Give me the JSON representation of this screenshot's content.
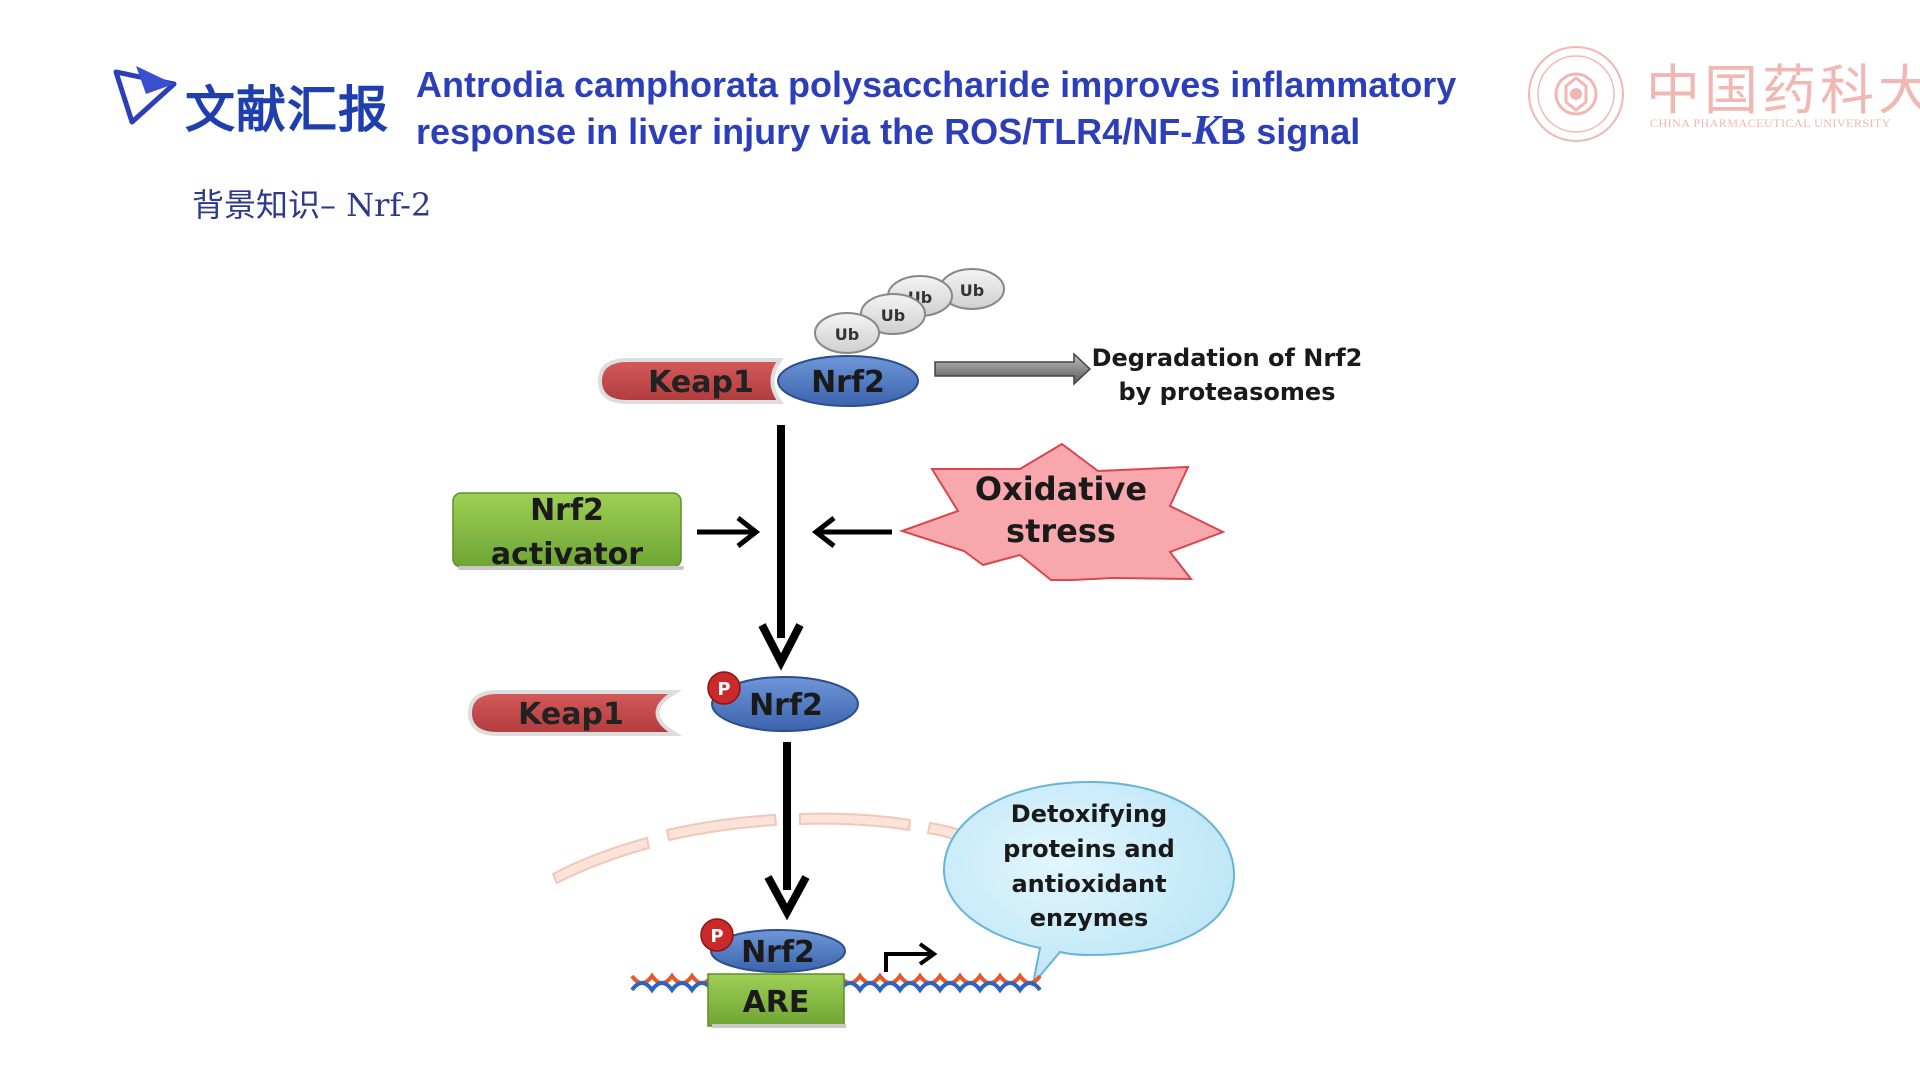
{
  "header": {
    "label": "文献汇报",
    "title_line1": "Antrodia camphorata polysaccharide improves inflammatory",
    "title_line2_pre": "response in liver injury via the ROS/TLR4/NF-",
    "title_line2_kappa": "K",
    "title_line2_post": "B signal",
    "subtitle": "背景知识– Nrf-2"
  },
  "university": {
    "name_cn": "中国药科大学",
    "name_en": "CHINA PHARMACEUTICAL UNIVERSITY"
  },
  "diagram": {
    "ub_labels": [
      "Ub",
      "Ub",
      "Ub",
      "Ub"
    ],
    "keap1_top": "Keap1",
    "nrf2_top": "Nrf2",
    "degradation_line1": "Degradation of Nrf2",
    "degradation_line2": "by proteasomes",
    "activator_line1": "Nrf2",
    "activator_line2": "activator",
    "stress_line1": "Oxidative",
    "stress_line2": "stress",
    "phospho_label": "P",
    "keap1_mid": "Keap1",
    "nrf2_mid": "Nrf2",
    "nrf2_bottom": "Nrf2",
    "are_label": "ARE",
    "bubble_line1": "Detoxifying",
    "bubble_line2": "proteins and",
    "bubble_line3": "antioxidant",
    "bubble_line4": "enzymes"
  },
  "colors": {
    "brand_blue": "#2c3fb8",
    "keap1_red": "#c9484a",
    "nrf2_blue": "#4a76c4",
    "activator_green": "#8fc04a",
    "stress_pink": "#f7a1a6",
    "bubble_blue": "#cdeefb",
    "are_green": "#8fc04a",
    "seal_pink": "#f0b7b3"
  }
}
